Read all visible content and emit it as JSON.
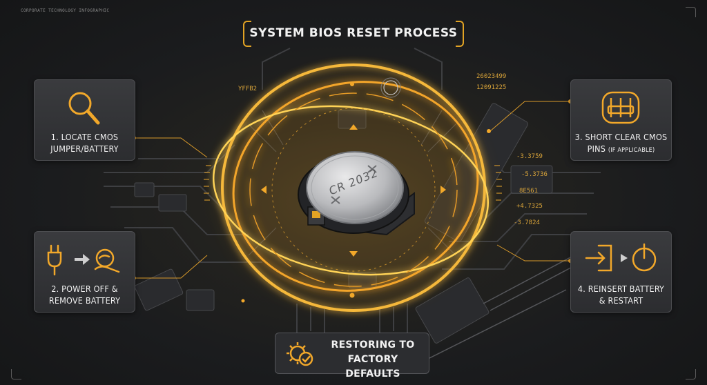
{
  "corner_label": "CORPORATE TECHNOLOGY INFOGRAPHIC",
  "title": "SYSTEM BIOS RESET PROCESS",
  "battery_label": "CR 2032",
  "steps": [
    {
      "line1": "1. LOCATE CMOS",
      "line2": "JUMPER/BATTERY",
      "sub": "",
      "icon": "magnifier-icon"
    },
    {
      "line1": "2. POWER OFF &",
      "line2": "REMOVE BATTERY",
      "sub": "",
      "icon": "plug-and-hand-icon"
    },
    {
      "line1": "3. SHORT CLEAR CMOS",
      "line2": "PINS",
      "sub": "(IF APPLICABLE)",
      "icon": "jumper-pins-icon"
    },
    {
      "line1": "4. REINSERT BATTERY",
      "line2": "& RESTART",
      "sub": "",
      "icon": "enter-and-power-icon"
    }
  ],
  "bottom": {
    "line1": "RESTORING TO",
    "line2": "FACTORY DEFAULTS",
    "icon": "gear-check-icon"
  },
  "readouts": {
    "r1": "26023499",
    "r2": "12091225",
    "r3": "-3.3759",
    "r4": "-5.3736",
    "r5": "8E561",
    "r6": "+4.7325",
    "r7": "-3.7824",
    "r8": "YFFB2"
  },
  "colors": {
    "accent": "#f2a82a",
    "glow": "#ffd24a",
    "card": "#2f3033",
    "background": "#1d1f22"
  }
}
